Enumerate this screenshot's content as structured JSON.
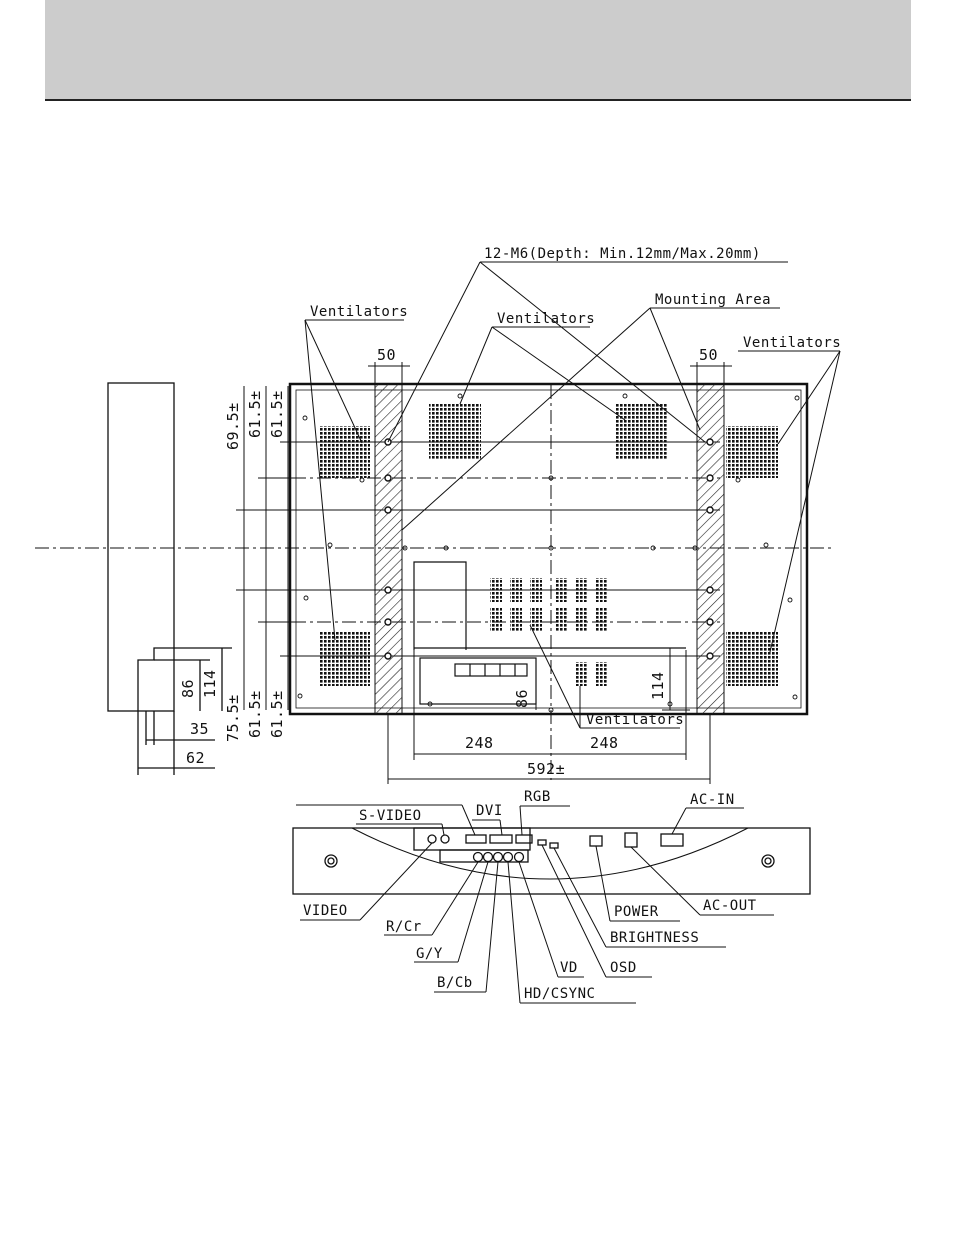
{
  "labels": {
    "screw_spec": "12-M6(Depth: Min.12mm/Max.20mm)",
    "mounting_area": "Mounting Area",
    "ventilators": "Ventilators"
  },
  "dimensions": {
    "w50": "50",
    "d69_5": "69.5±",
    "d61_5": "61.5±",
    "d75_5": "75.5±",
    "d86": "86",
    "d114": "114",
    "d35": "35",
    "d62": "62",
    "d248": "248",
    "d592": "592±"
  },
  "connectors": {
    "s_video": "S-VIDEO",
    "dvi": "DVI",
    "rgb": "RGB",
    "ac_in": "AC-IN",
    "video": "VIDEO",
    "r_cr": "R/Cr",
    "g_y": "G/Y",
    "b_cb": "B/Cb",
    "vd": "VD",
    "hd_csync": "HD/CSYNC",
    "osd": "OSD",
    "brightness": "BRIGHTNESS",
    "power": "POWER",
    "ac_out": "AC-OUT"
  }
}
